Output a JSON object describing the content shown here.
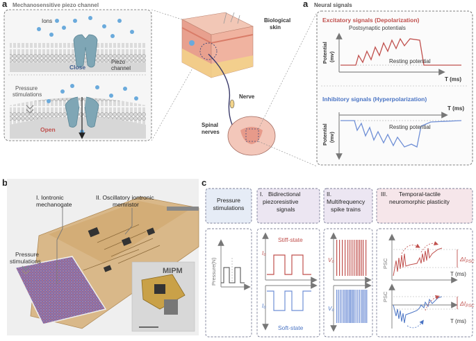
{
  "panels": {
    "a": {
      "label": "a",
      "piezo": {
        "title": "Mechanosensitive piezo channel",
        "ions": "Ions",
        "close": "Close",
        "channel": "Piezo channel",
        "channel_l1": "Piezo",
        "channel_l2": "channel",
        "pressure": "Pressure stimulations",
        "pressure_l1": "Pressure",
        "pressure_l2": "stimulations",
        "open": "Open"
      },
      "bio": {
        "skin": "Biological skin",
        "skin_l1": "Biological",
        "skin_l2": "skin",
        "nerve": "Nerve",
        "spinal": "Spinal nerves",
        "spinal_l1": "Spinal",
        "spinal_l2": "nerves"
      },
      "neural": {
        "title": "Neural signals",
        "exc_title": "Excitatory signals (Depolarization)",
        "exc_sub": "Postsynaptic potentials",
        "ylabel": "Potential (mv)",
        "ylabel_l1": "Potential",
        "ylabel_l2": "(mv)",
        "resting": "Resting potential",
        "xlabel": "T (ms)",
        "inh_title": "Inhibitory signals (Hyperpolarization)"
      }
    },
    "b": {
      "label": "b",
      "item1": "I. Iontronic mechanogate",
      "item1_l1": "I. Iontronic",
      "item1_l2": "mechanogate",
      "item2": "II. Oscillatory iontronic memristor",
      "item2_l1": "II. Oscillatory iontronic",
      "item2_l2": "memristor",
      "pressure": "Pressure stimulations",
      "pressure_l1": "Pressure",
      "pressure_l2": "stimulations",
      "chip_mark": "MIPM"
    },
    "c": {
      "label": "c",
      "col1": {
        "header": "Pressure stimulations",
        "h_l1": "Pressure",
        "h_l2": "stimulations",
        "ylabel": "Pressure(N)"
      },
      "col2": {
        "header": "I. Bidirectional piezoresistive signals",
        "h_l1": "I.",
        "h_l2": "Bidirectional",
        "h_l3": "piezoresistive",
        "h_l4": "signals",
        "stiff": "Stiff-state",
        "soft": "Soft-state",
        "ylabel": "I₀"
      },
      "col3": {
        "header": "II. Multifrequency spike trains",
        "h_l1": "II.",
        "h_l2": "Multifrequency",
        "h_l3": "spike trains",
        "ylabel": "V₀"
      },
      "col4": {
        "header": "III. Temporal-tactile neuromorphic plasticity",
        "h_l1": "III.",
        "h_l2": "Temporal-tactile",
        "h_l3": "neuromorphic plasticity",
        "ylabel": "PSC",
        "xlabel": "T (ms)",
        "delta": "ΔI_PSC",
        "delta_main": "ΔI",
        "delta_sub": "PSC"
      }
    }
  },
  "colors": {
    "excitatory": "#c0504d",
    "inhibitory": "#4a74c4",
    "soft_blue": "#6f8fd6",
    "channel": "#7fa6b5",
    "ion": "#6aaadc",
    "box_border": "#555a7a",
    "hdr_blue": "#e6ecf6",
    "hdr_purple": "#ece6f2",
    "hdr_pink": "#f6e6ea"
  }
}
